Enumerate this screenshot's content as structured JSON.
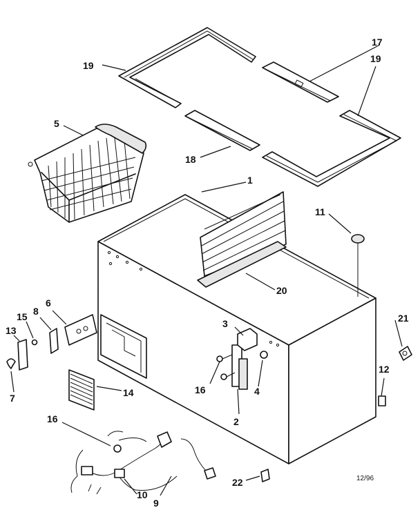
{
  "diagram": {
    "date_code": "12/96",
    "callouts": [
      {
        "id": "c1",
        "text": "1"
      },
      {
        "id": "c2",
        "text": "2"
      },
      {
        "id": "c3",
        "text": "3"
      },
      {
        "id": "c4",
        "text": "4"
      },
      {
        "id": "c5",
        "text": "5"
      },
      {
        "id": "c6",
        "text": "6"
      },
      {
        "id": "c7",
        "text": "7"
      },
      {
        "id": "c8",
        "text": "8"
      },
      {
        "id": "c9",
        "text": "9"
      },
      {
        "id": "c10",
        "text": "10"
      },
      {
        "id": "c11",
        "text": "11"
      },
      {
        "id": "c12",
        "text": "12"
      },
      {
        "id": "c13",
        "text": "13"
      },
      {
        "id": "c14",
        "text": "14"
      },
      {
        "id": "c15",
        "text": "15"
      },
      {
        "id": "c16a",
        "text": "16"
      },
      {
        "id": "c16b",
        "text": "16"
      },
      {
        "id": "c17",
        "text": "17"
      },
      {
        "id": "c18",
        "text": "18"
      },
      {
        "id": "c19a",
        "text": "19"
      },
      {
        "id": "c19b",
        "text": "19"
      },
      {
        "id": "c20",
        "text": "20"
      },
      {
        "id": "c21",
        "text": "21"
      },
      {
        "id": "c22",
        "text": "22"
      }
    ]
  }
}
